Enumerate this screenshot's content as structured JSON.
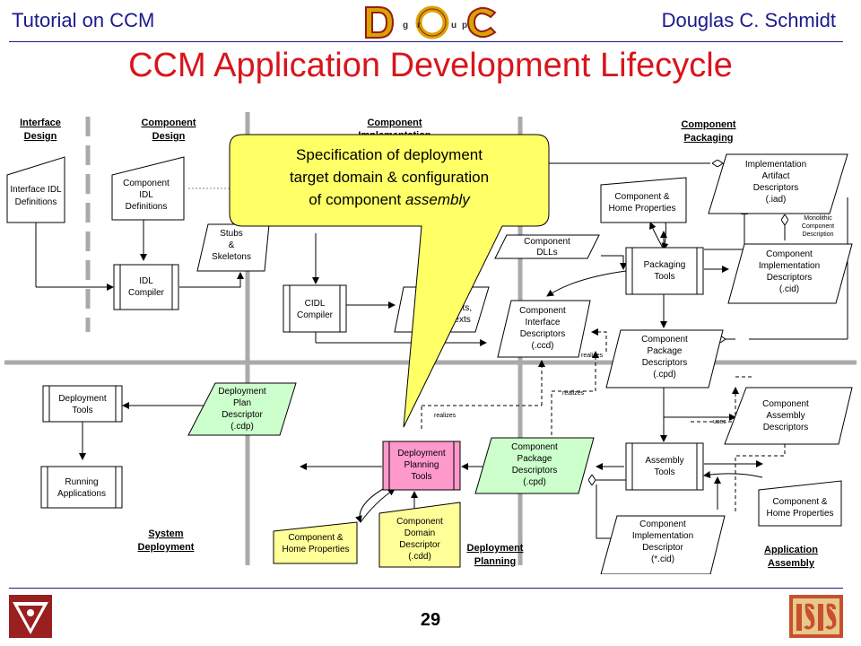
{
  "header": {
    "left": "Tutorial on CCM",
    "right": "Douglas C. Schmidt",
    "logo_letters": "D O C g r u p"
  },
  "title": "CCM Application Development Lifecycle",
  "page_number": "29",
  "phases": {
    "interface_design": [
      "Interface",
      "Design"
    ],
    "component_design": [
      "Component",
      "Design"
    ],
    "component_implementation": [
      "Component",
      "Implementation"
    ],
    "component_packaging": [
      "Component",
      "Packaging"
    ],
    "system_deployment": [
      "System",
      "Deployment"
    ],
    "deployment_planning": [
      "Deployment",
      "Planning"
    ],
    "application_assembly": [
      "Application",
      "Assembly"
    ]
  },
  "nodes": {
    "interface_idl": [
      "Interface IDL",
      "Definitions"
    ],
    "component_idl": [
      "Component",
      "IDL",
      "Definitions"
    ],
    "stubs": [
      "Stubs",
      "&",
      "Skeletons"
    ],
    "idl_compiler": [
      "IDL",
      "Compiler"
    ],
    "cidl_compiler": [
      "CIDL",
      "Compiler"
    ],
    "servants": [
      "Servants,",
      "Contexts"
    ],
    "component_dlls": [
      "Component",
      "DLLs"
    ],
    "comp_interface_desc": [
      "Component",
      "Interface",
      "Descriptors",
      "(.ccd)"
    ],
    "impl_artifact_desc": [
      "Implementation",
      "Artifact",
      "Descriptors",
      "(.iad)"
    ],
    "comp_home_props_top": [
      "Component &",
      "Home Properties"
    ],
    "monolithic_note": [
      "Monolithic",
      "Component",
      "Description"
    ],
    "packaging_tools": [
      "Packaging",
      "Tools"
    ],
    "comp_impl_desc": [
      "Component",
      "Implementation",
      "Descriptors",
      "(.cid)"
    ],
    "comp_package_desc": [
      "Component",
      "Package",
      "Descriptors",
      "(.cpd)"
    ],
    "comp_assembly_desc": [
      "Component",
      "Assembly",
      "Descriptors"
    ],
    "assembly_tools": [
      "Assembly",
      "Tools"
    ],
    "comp_home_props_right": [
      "Component &",
      "Home Properties"
    ],
    "comp_impl_desc_single": [
      "Component",
      "Implementation",
      "Descriptor",
      "(*.cid)"
    ],
    "deployment_tools": [
      "Deployment",
      "Tools"
    ],
    "deployment_plan_desc": [
      "Deployment",
      "Plan",
      "Descriptor",
      "(.cdp)"
    ],
    "running_apps": [
      "Running",
      "Applications"
    ],
    "deployment_planning_tools": [
      "Deployment",
      "Planning",
      "Tools"
    ],
    "comp_package_desc_green": [
      "Component",
      "Package",
      "Descriptors",
      "(.cpd)"
    ],
    "comp_home_props_yellow": [
      "Component &",
      "Home Properties"
    ],
    "comp_domain_desc": [
      "Component",
      "Domain",
      "Descriptor",
      "(.cdd)"
    ]
  },
  "edge_labels": {
    "realizes": "realizes",
    "uses": "uses"
  },
  "callout": {
    "line1": "Specification of deployment",
    "line2": "target domain & configuration",
    "line3_prefix": "of component ",
    "line3_emphasis": "assembly"
  },
  "colors": {
    "title": "#d8151b",
    "header": "#1a1a8c",
    "callout_fill": "#ffff66",
    "green": "#ccffcc",
    "pink": "#ff99cc",
    "yellow": "#ffff99"
  }
}
